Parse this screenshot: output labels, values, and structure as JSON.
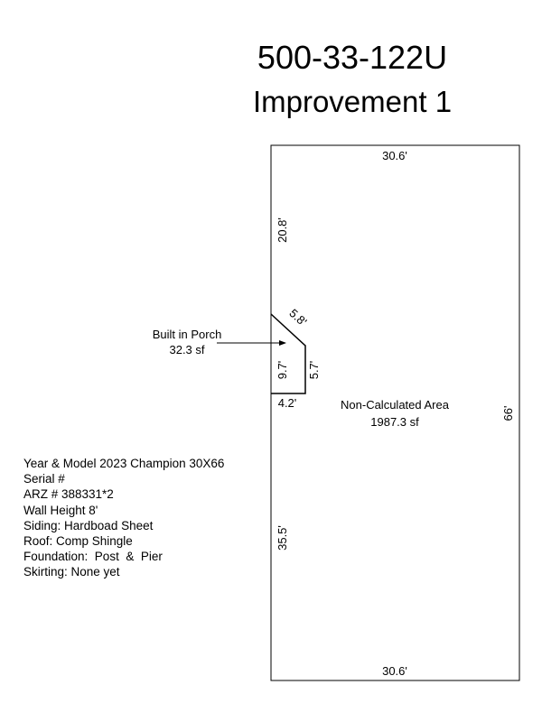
{
  "header": {
    "parcel_id": "500-33-122U",
    "improvement": "Improvement 1"
  },
  "sketch": {
    "dimensions": {
      "top_width": "30.6'",
      "bottom_width": "30.6'",
      "right_depth": "66'",
      "left_upper": "20.8'",
      "left_lower": "35.5'",
      "porch_diagonal": "5.8'",
      "porch_inner_height": "9.7'",
      "porch_outer_height": "5.7'",
      "porch_bottom": "4.2'"
    },
    "porch": {
      "label": "Built in Porch",
      "area": "32.3 sf"
    },
    "main_area": {
      "label": "Non-Calculated Area",
      "area": "1987.3 sf"
    }
  },
  "details": [
    "Year & Model 2023 Champion 30X66",
    "Serial #",
    "ARZ # 388331*2",
    "Wall Height 8'",
    "Siding: Hardboad Sheet",
    "Roof: Comp Shingle",
    "Foundation:  Post  &  Pier",
    "Skirting: None yet"
  ]
}
